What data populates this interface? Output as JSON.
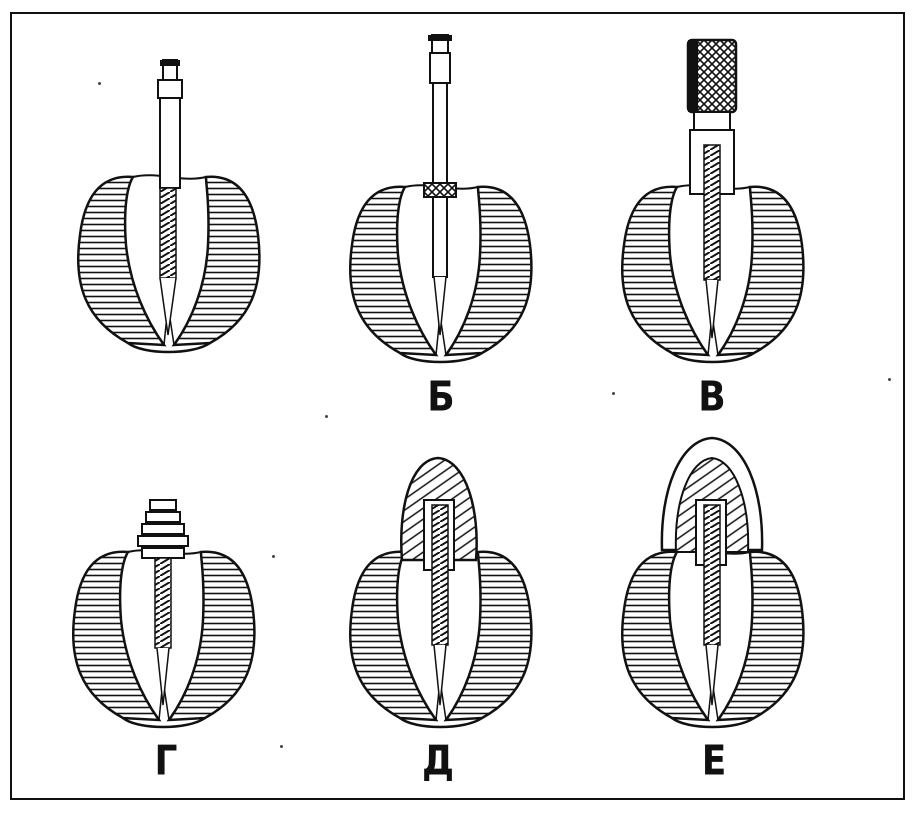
{
  "panels": [
    {
      "id": "a",
      "label": ""
    },
    {
      "id": "b",
      "label": "Б"
    },
    {
      "id": "c",
      "label": "В"
    },
    {
      "id": "d",
      "label": "Г"
    },
    {
      "id": "e",
      "label": "Д"
    },
    {
      "id": "f",
      "label": "Е"
    }
  ],
  "colors": {
    "ink": "#111111",
    "paper": "#ffffff"
  }
}
